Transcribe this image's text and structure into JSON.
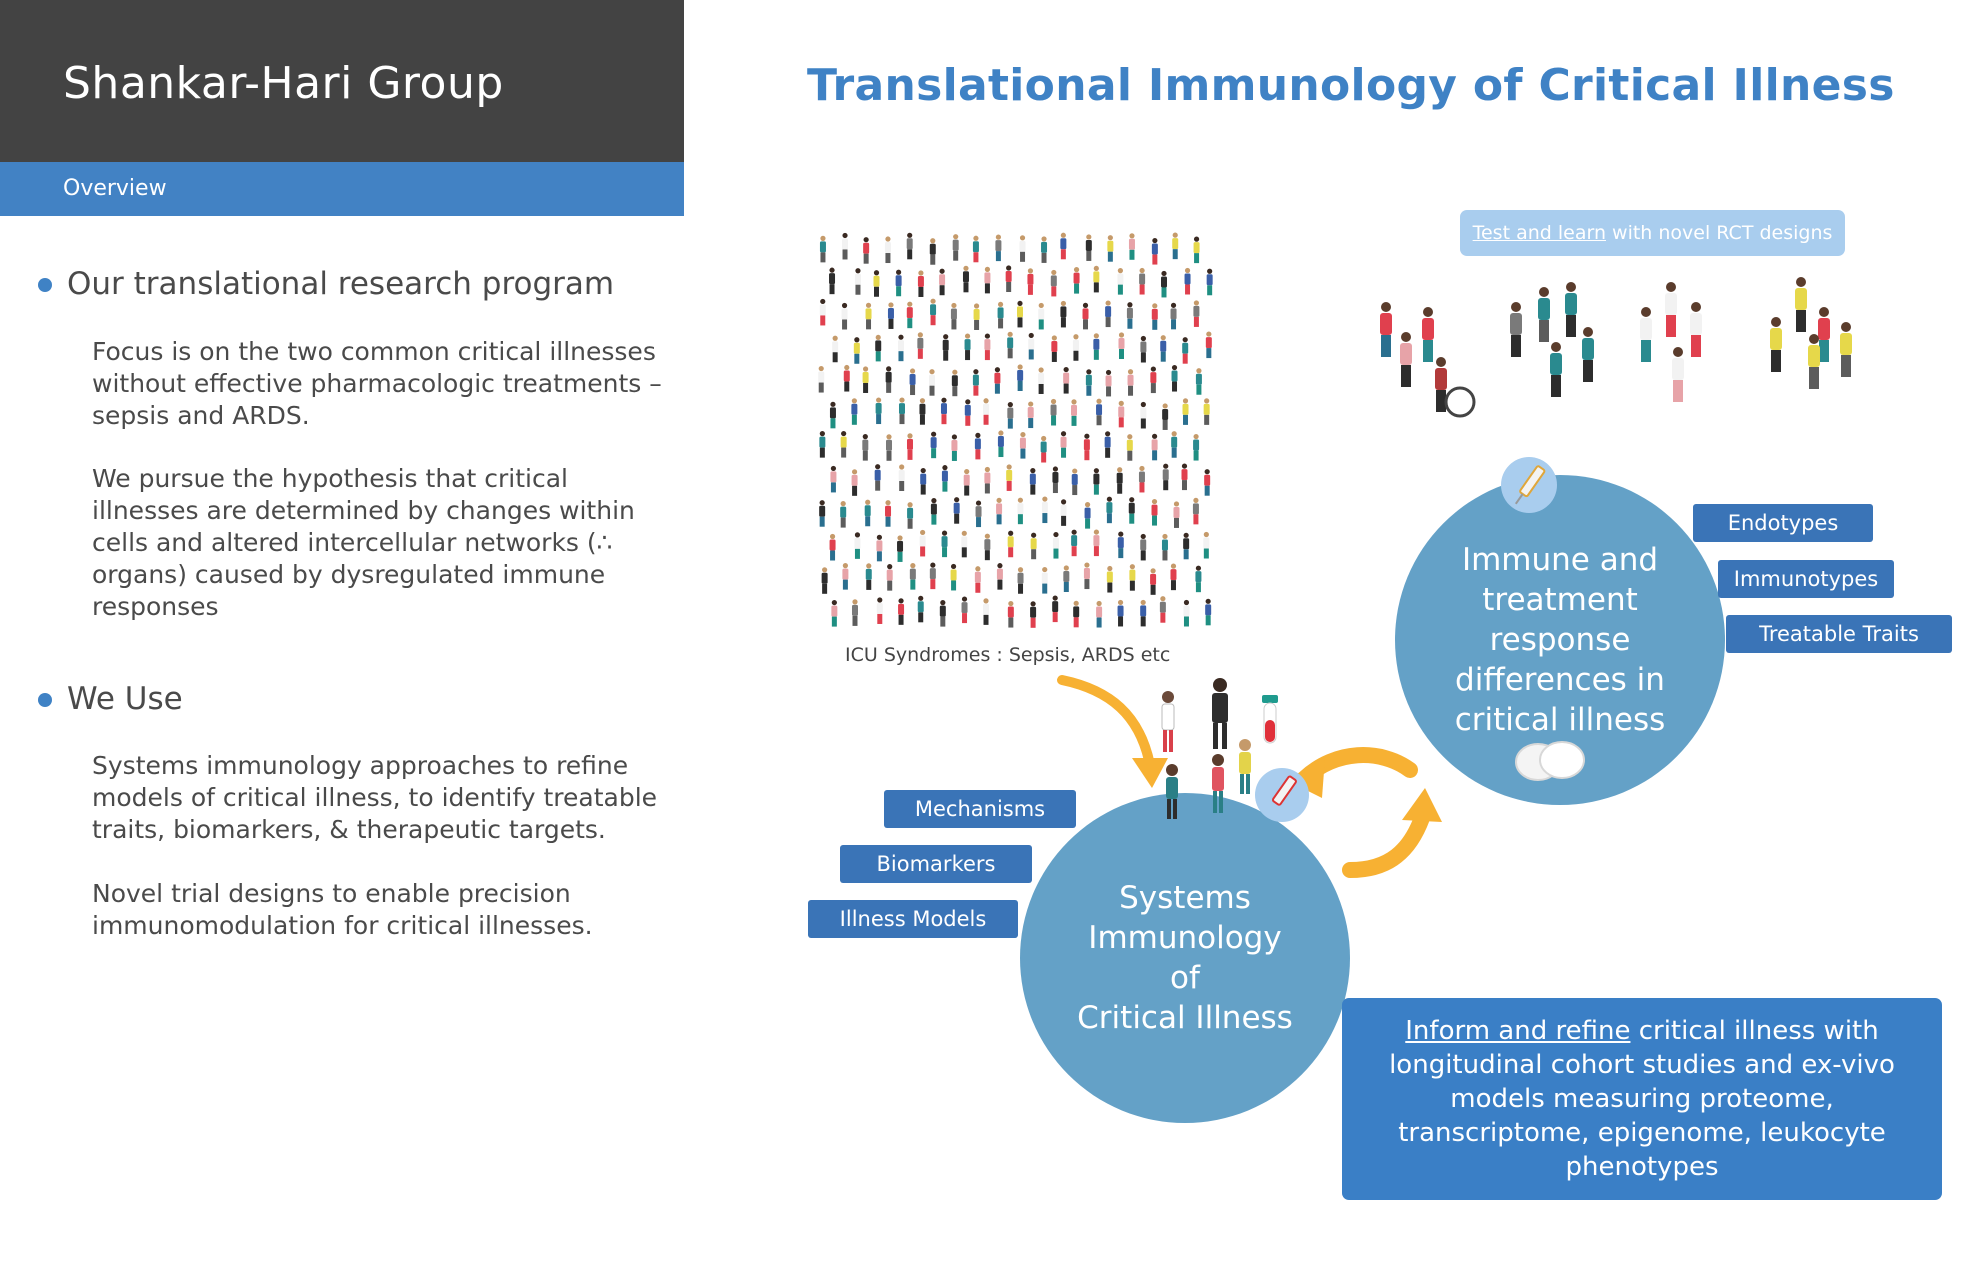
{
  "header": {
    "group_title": "Shankar-Hari Group",
    "tab_label": "Overview",
    "main_title": "Translational Immunology of Critical Illness"
  },
  "left": {
    "section1": {
      "heading": "Our translational research program",
      "para1": "Focus is on the two common critical illnesses without effective pharmacologic treatments – sepsis and ARDS.",
      "para2": "We pursue the hypothesis that critical illnesses are determined by changes within cells and altered intercellular networks (∴ organs) caused by dysregulated immune responses"
    },
    "section2": {
      "heading": "We Use",
      "para1": "Systems immunology approaches to refine models of critical illness, to identify treatable traits, biomarkers, & therapeutic targets.",
      "para2": "Novel trial designs to enable precision immunomodulation for critical illnesses."
    }
  },
  "diagram": {
    "crowd_caption": "ICU Syndromes : Sepsis, ARDS etc",
    "rct_banner": {
      "underlined": "Test and learn",
      "rest": " with novel RCT designs"
    },
    "immune_circle": "Immune and treatment response differences in critical illness",
    "systems_circle": {
      "line1": "Systems",
      "line2": "Immunology",
      "line3": "of",
      "line4": "Critical Illness"
    },
    "right_tags": [
      "Endotypes",
      "Immunotypes",
      "Treatable Traits"
    ],
    "left_tags": [
      "Mechanisms",
      "Biomarkers",
      "Illness Models"
    ],
    "inform_box": {
      "underlined": "Inform and refine",
      "rest": " critical illness with longitudinal cohort studies and ex-vivo models measuring proteome, transcriptome, epigenome, leukocyte phenotypes"
    }
  },
  "colors": {
    "header_dark": "#434343",
    "header_blue": "#4282c4",
    "title_blue": "#3f82c5",
    "circle_blue": "#64a1c7",
    "tag_blue": "#3a74b7",
    "banner_light_blue": "#a9cdee",
    "arrow_orange": "#f7b133"
  }
}
